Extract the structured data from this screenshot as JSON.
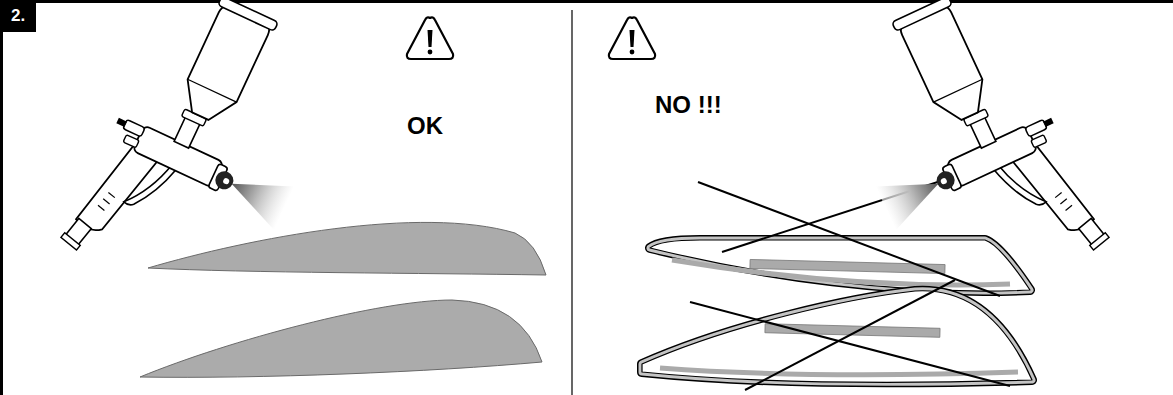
{
  "diagram": {
    "nodes": [
      {
        "text": [
          "2."
        ]
      }
    ],
    "labels": [
      "OK",
      "NO !!!"
    ]
  }
}
